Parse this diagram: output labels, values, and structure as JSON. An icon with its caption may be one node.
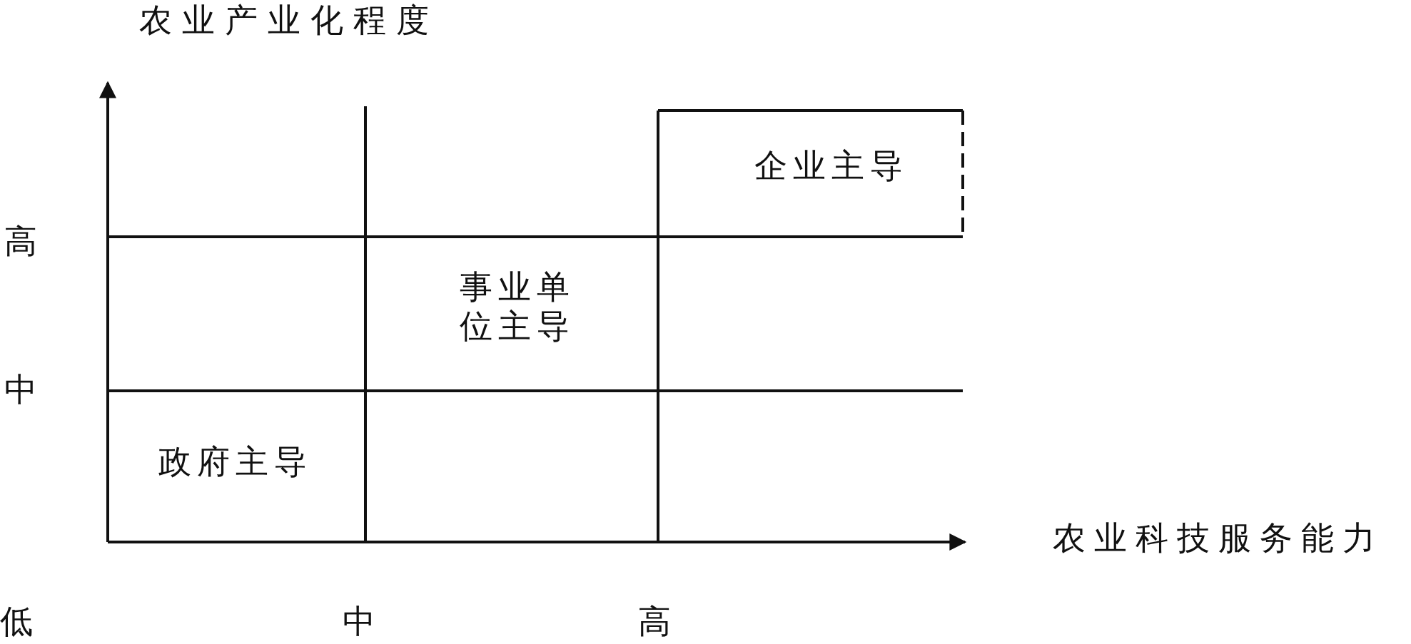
{
  "diagram": {
    "nodes": [
      {
        "text": [
          "企业主导"
        ]
      },
      {
        "text": [
          "事业单位主导"
        ]
      },
      {
        "text": [
          "政府主导"
        ]
      }
    ],
    "labels": [
      "农业产业化程度",
      "高",
      "中",
      "农业科技服务能力",
      "低",
      "中",
      "高"
    ]
  }
}
